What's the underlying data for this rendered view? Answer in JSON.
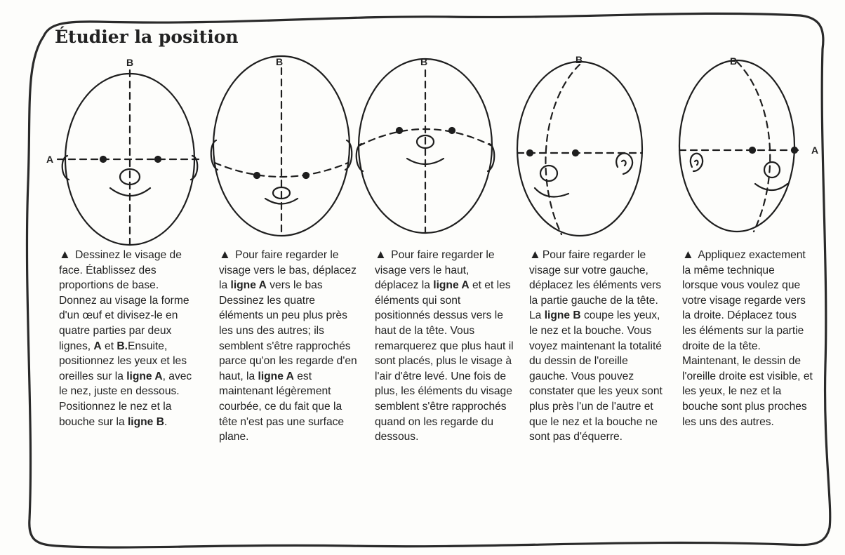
{
  "title": "Étudier la position",
  "line_labels": {
    "a": "A",
    "b": "B"
  },
  "columns": [
    {
      "p1": "Dessinez le visage de face. Établissez des proportions de base. Donnez au visage la forme  d'un œuf et divisez-le en quatre parties par deux lignes, ",
      "b1": "A",
      "p2": " et ",
      "b2": "B.",
      "p3": "Ensuite, positionnez les yeux et les oreilles sur la ",
      "b3": "ligne A",
      "p4": ", avec le nez, juste en dessous. Positionnez le nez et la bouche sur la ",
      "b4": "ligne B",
      "p5": "."
    },
    {
      "p1": "Pour faire regarder le visage vers le bas, déplacez la ",
      "b1": "ligne A",
      "p2": " vers le bas  Dessinez les quatre éléments un peu plus près les uns des autres; ils semblent s'être rapprochés parce qu'on les regarde d'en haut, la ",
      "b2": "ligne A",
      "p3": " est maintenant légèrement courbée, ce du fait que la tête n'est pas une surface plane."
    },
    {
      "p1": "Pour faire regarder le visage vers le haut, déplacez la ",
      "b1": "ligne A",
      "p2": " et et les éléments qui sont positionnés dessus vers le haut de la tête. Vous remarquerez que plus haut il sont placés, plus le visage à l'air d'être levé. Une fois de plus, les éléments du visage semblent s'être rapprochés quand on les regarde du dessous."
    },
    {
      "p1": "Pour faire regarder le visage sur votre gauche, déplacez les éléments vers la partie gauche de la tête. La ",
      "b1": "ligne B",
      "p2": " coupe les yeux, le nez et la bouche. Vous voyez maintenant la totalité du dessin de l'oreille gauche. Vous pouvez constater que les yeux sont plus près l'un de l'autre et que le nez et la bouche ne sont pas d'équerre."
    },
    {
      "p1": "Appliquez exactement la même technique lorsque vous voulez que votre visage regarde vers la droite. Déplacez tous les éléments sur la partie droite de la tête. Maintenant, le dessin de l'oreille droite est visible, et les yeux, le nez et la bouche sont plus proches les uns des autres."
    }
  ]
}
